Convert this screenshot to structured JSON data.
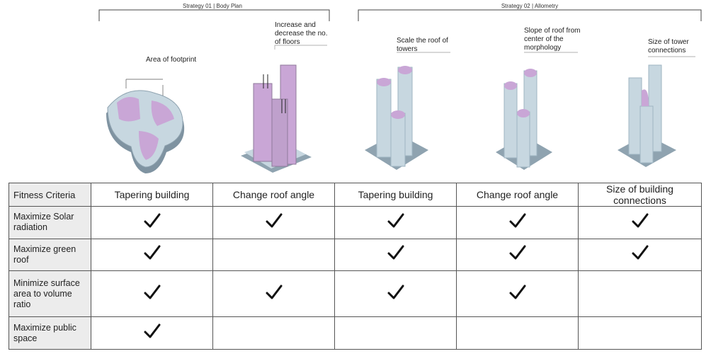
{
  "strategies": [
    {
      "label": "Strategy 01 | Body Plan"
    },
    {
      "label": "Strategy 02 | Allometry"
    }
  ],
  "annotations": [
    {
      "text": "Area of footprint"
    },
    {
      "text": "Increase and decrease the no. of floors"
    },
    {
      "text": "Scale the roof of towers"
    },
    {
      "text": "Slope of roof from center of the morphology"
    },
    {
      "text": "Size of tower connections"
    }
  ],
  "table": {
    "header_first": "Fitness Criteria",
    "columns": [
      "Tapering building",
      "Change roof angle",
      "Tapering building",
      "Change roof angle",
      "Size of building connections"
    ],
    "rows": [
      {
        "criterion": "Maximize Solar radiation",
        "checks": [
          true,
          true,
          true,
          true,
          true
        ]
      },
      {
        "criterion": "Maximize green roof",
        "checks": [
          true,
          false,
          true,
          true,
          true
        ]
      },
      {
        "criterion": "Minimize surface area to volume ratio",
        "checks": [
          true,
          true,
          true,
          true,
          false
        ]
      },
      {
        "criterion": "Maximize public space",
        "checks": [
          true,
          false,
          false,
          false,
          false
        ]
      }
    ]
  },
  "colors": {
    "tower": "#c7d7e0",
    "tower_shade": "#9fb4c2",
    "roof": "#c9a6d6",
    "base": "#8fa3b0"
  }
}
